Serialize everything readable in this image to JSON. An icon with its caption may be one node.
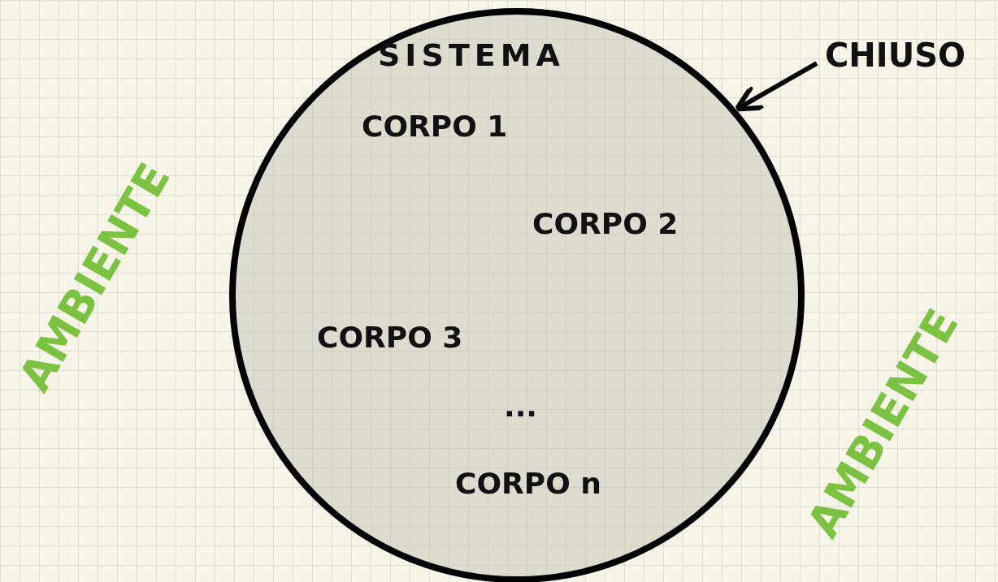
{
  "diagram": {
    "nodes": [
      {
        "text": [
          "SISTEMA"
        ]
      },
      {
        "text": [
          "CHIUSO"
        ]
      }
    ],
    "edges": [
      {
        "from": 1,
        "to": 0,
        "arrow": "to"
      }
    ],
    "labels": [
      "AMBIENTE",
      "CORPO 1",
      "CORPO 2",
      "CORPO 3",
      "...",
      "CORPO n",
      "AMBIENTE"
    ]
  }
}
